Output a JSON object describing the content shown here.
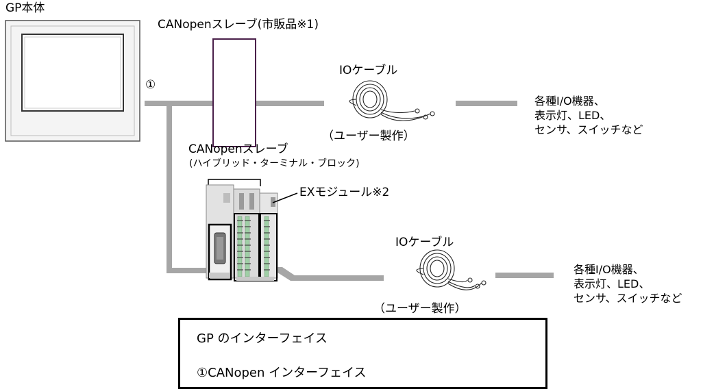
{
  "gp_label": "GP本体",
  "port_marker": "①",
  "slave1_label": "CANopenスレーブ(市販品※1)",
  "slave2": {
    "label": "CANopenスレーブ",
    "sub_label": "(ハイブリッド・ターミナル・ブロック)"
  },
  "ex_module_label": "EXモジュール※2",
  "cables": [
    {
      "label": "IOケーブル",
      "caption": "（ユーザー製作）"
    },
    {
      "label": "IOケーブル",
      "caption": "（ユーザー製作）"
    }
  ],
  "devices": [
    "各種I/O機器、\n表示灯、LED、\nセンサ、スイッチなど",
    "各種I/O機器、\n表示灯、LED、\nセンサ、スイッチなど"
  ],
  "interface_box": {
    "title": "GP のインターフェイス",
    "item": "①CANopen インターフェイス"
  },
  "colors": {
    "bus": "#a6a6a6",
    "slave_outline": "#4a1f4a"
  }
}
